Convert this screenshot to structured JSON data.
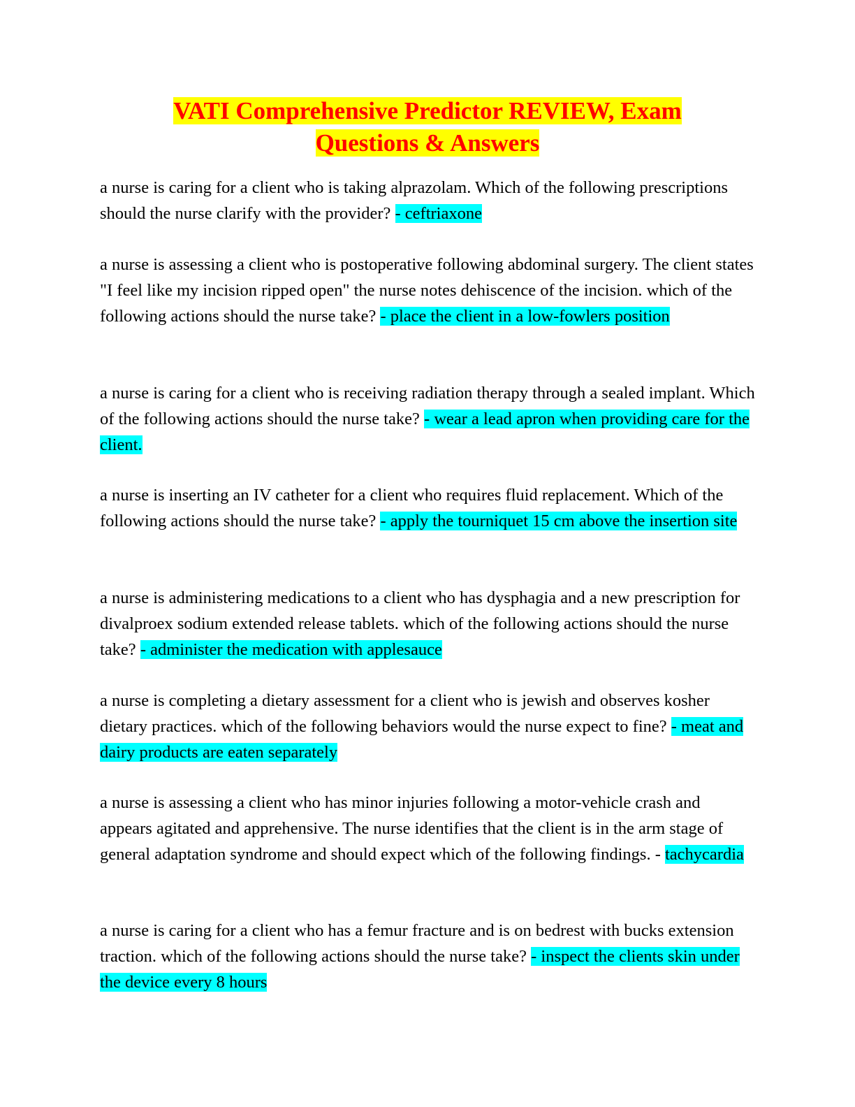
{
  "document": {
    "title_line1": "VATI Comprehensive Predictor REVIEW, Exam",
    "title_line2": "Questions & Answers",
    "items": [
      {
        "question": "a nurse is caring for a client who is taking alprazolam. Which of the following prescriptions should the nurse clarify with the provider? ",
        "answer": "- ceftriaxone"
      },
      {
        "question": "a nurse is assessing a client who is postoperative following abdominal surgery. The client states \"I feel like my incision ripped open\" the nurse notes dehiscence of the incision. which of the following actions should the nurse take? ",
        "answer": "- place the client in a low-fowlers position"
      },
      {
        "question": "a nurse is caring for a client who is receiving radiation therapy through a sealed implant. Which of the following actions should the nurse take? ",
        "answer": "- wear a lead apron when providing care for the client."
      },
      {
        "question": "a nurse is inserting an IV catheter for a client who requires fluid replacement. Which of the following actions should the nurse take? ",
        "answer": "- apply the tourniquet 15 cm above the insertion site"
      },
      {
        "question": "a nurse is administering medications to a client who has dysphagia and a new prescription for divalproex sodium extended release tablets. which of the following actions should the nurse take? ",
        "answer": "- administer the medication with applesauce"
      },
      {
        "question": "a nurse is completing a dietary assessment for a client who is jewish and observes kosher dietary practices. which of the following behaviors would the nurse expect to fine? ",
        "answer": "- meat and dairy products are eaten separately"
      },
      {
        "question": "a nurse is assessing a client who has minor injuries following a motor-vehicle crash and appears agitated and apprehensive. The nurse identifies that the client is in the arm stage of general adaptation syndrome and should expect which of the following findings. - ",
        "answer": "tachycardia"
      },
      {
        "question": "a nurse is caring for a client who has a femur fracture and is on bedrest with bucks extension traction. which of the following actions should the nurse take? ",
        "answer": "- inspect the clients skin under the device every 8 hours"
      }
    ]
  },
  "colors": {
    "title_text": "#ff0000",
    "title_highlight": "#ffff00",
    "answer_highlight": "#00ffff"
  }
}
